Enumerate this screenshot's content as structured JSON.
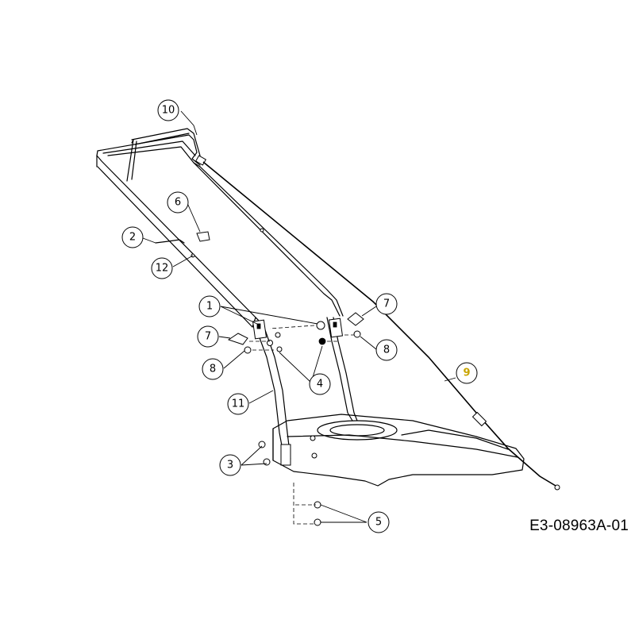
{
  "drawing_code": "E3-08963A-01",
  "callouts": [
    {
      "id": "c10",
      "label": "10"
    },
    {
      "id": "c6",
      "label": "6"
    },
    {
      "id": "c2",
      "label": "2"
    },
    {
      "id": "c12",
      "label": "12"
    },
    {
      "id": "c1",
      "label": "1"
    },
    {
      "id": "c7a",
      "label": "7"
    },
    {
      "id": "c7b",
      "label": "7"
    },
    {
      "id": "c8a",
      "label": "8"
    },
    {
      "id": "c8b",
      "label": "8"
    },
    {
      "id": "c4",
      "label": "4"
    },
    {
      "id": "c9",
      "label": "9"
    },
    {
      "id": "c11",
      "label": "11"
    },
    {
      "id": "c3",
      "label": "3"
    },
    {
      "id": "c5",
      "label": "5"
    }
  ],
  "colors": {
    "line": "#000000",
    "background": "#ffffff",
    "highlight_label": "#c8a400"
  }
}
